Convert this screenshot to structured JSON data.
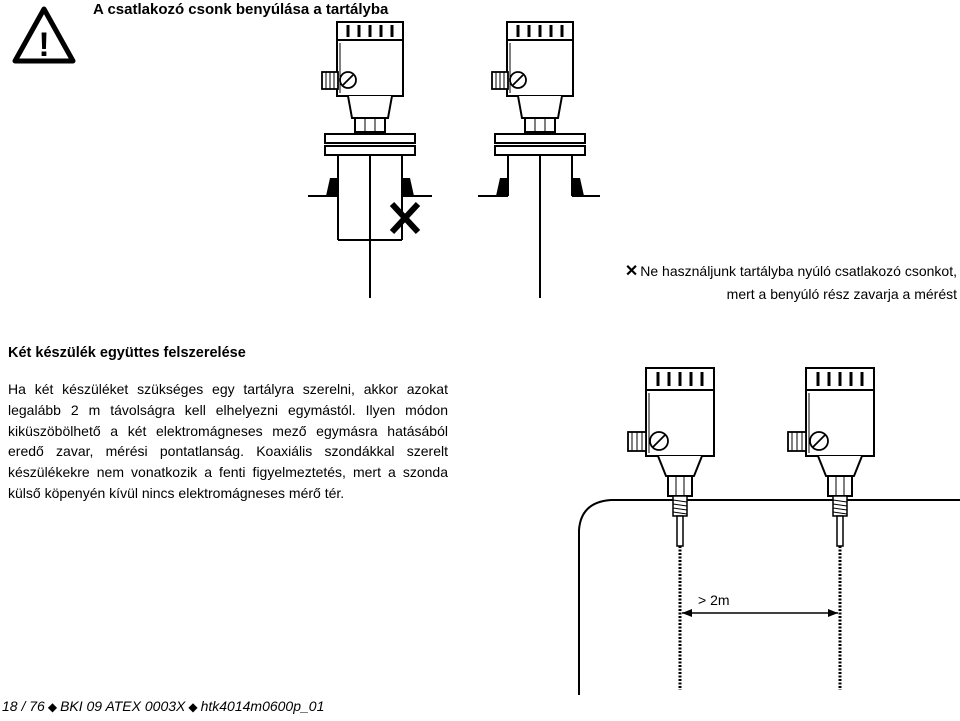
{
  "warning": {
    "icon": "warning-triangle-icon",
    "symbol": "!",
    "title": "A csatlakozó csonk benyúlása a tartályba"
  },
  "note": {
    "icon": "cross-icon",
    "mark": "✕",
    "line1": "Ne használjunk tartályba nyúló csatlakozó csonkot,",
    "line2": "mert a benyúló rész zavarja a mérést"
  },
  "section": {
    "heading": "Két készülék együttes felszerelése",
    "paragraph1": "Ha két készüléket szükséges egy tartályra szerelni, akkor azokat legalább 2 m távolságra kell elhelyezni egymástól. Ilyen módon kiküszöbölhető a két elektromágneses mező egymásra hatásából eredő zavar, mérési pontatlanság.",
    "paragraph2": "Koaxiális szondákkal szerelt készülékekre nem vonatkozik a fenti figyelmeztetés, mert a szonda külső köpenyén kívül nincs elektromágneses mérő tér."
  },
  "figure": {
    "distance_label": "> 2m"
  },
  "footer": {
    "page": "18 / 76",
    "doc_id": "BKI 09 ATEX 0003X",
    "file_code": "htk4014m0600p_01"
  }
}
